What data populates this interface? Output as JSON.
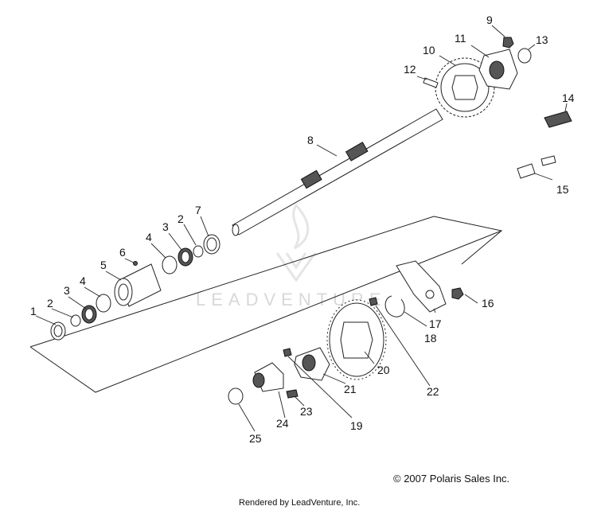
{
  "callouts": {
    "c1": "1",
    "c2": "2",
    "c2b": "2",
    "c3": "3",
    "c3b": "3",
    "c4": "4",
    "c4b": "4",
    "c5": "5",
    "c6": "6",
    "c7": "7",
    "c8": "8",
    "c9": "9",
    "c10": "10",
    "c11": "11",
    "c12": "12",
    "c13": "13",
    "c14": "14",
    "c15": "15",
    "c16": "16",
    "c17": "17",
    "c18": "18",
    "c19": "19",
    "c20": "20",
    "c21": "21",
    "c22": "22",
    "c23": "23",
    "c24": "24",
    "c25": "25"
  },
  "watermark": {
    "text": "LEADVENTURE"
  },
  "footer": {
    "copyright": "© 2007 Polaris Sales Inc.",
    "rendered_by": "Rendered by LeadVenture, Inc."
  }
}
